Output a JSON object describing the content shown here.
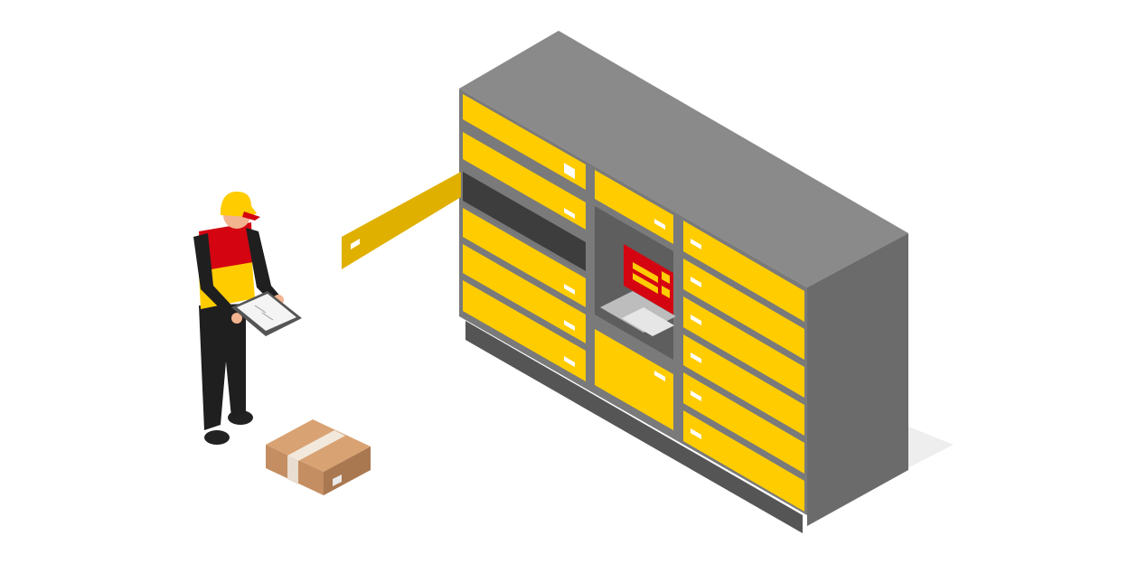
{
  "scene": {
    "subject": "courier-at-parcel-locker",
    "colors": {
      "background": "#ffffff",
      "locker_top": "#8a8a8a",
      "locker_side": "#6b6b6b",
      "locker_frame": "#7a7a7a",
      "locker_base": "#5a5a5a",
      "door_yellow": "#ffcc00",
      "door_shade": "#e0b000",
      "screen_red": "#d40511",
      "uniform_red": "#d40511",
      "uniform_yellow": "#ffcc00",
      "pants": "#1f1f1f",
      "skin": "#f2b38f",
      "box_top": "#d9a273",
      "box_side": "#b9835a",
      "box_tape": "#f2e8dc",
      "shadow": "#eeeeee"
    },
    "icons": [
      "courier",
      "clipboard",
      "parcel-box",
      "parcel-locker",
      "kiosk-screen",
      "keypad",
      "open-locker-door"
    ]
  }
}
